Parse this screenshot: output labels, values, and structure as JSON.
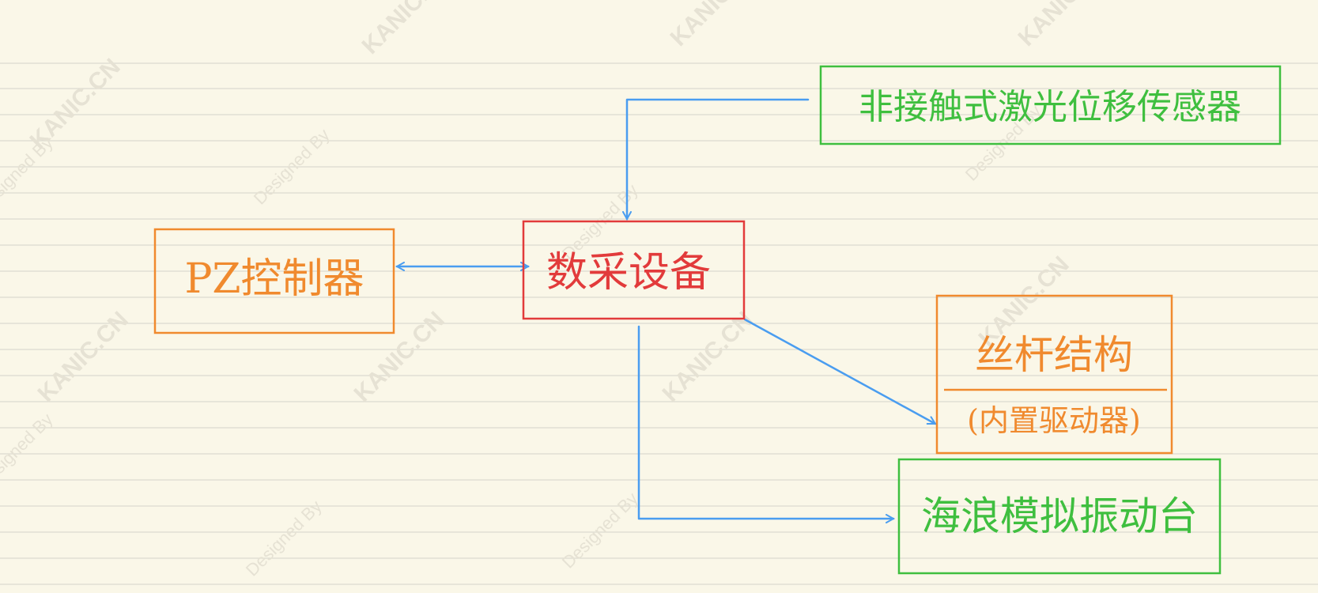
{
  "colors": {
    "paper": "#faf7e8",
    "rule": "#dcdad0",
    "watermark": "#e6e2d4",
    "orange": "#f08a2e",
    "red": "#e23b3b",
    "green": "#3fbf3f",
    "blue": "#4a9df0"
  },
  "watermark": {
    "brand": "KANIC.CN",
    "credit": "Designed By"
  },
  "nodes": {
    "pz_controller": {
      "label": "PZ控制器"
    },
    "data_acquisition": {
      "label": "数采设备"
    },
    "laser_sensor": {
      "label": "非接触式激光位移传感器"
    },
    "screw_structure": {
      "label": "丝杆结构",
      "sublabel": "(内置驱动器)"
    },
    "wave_platform": {
      "label": "海浪模拟振动台"
    }
  }
}
